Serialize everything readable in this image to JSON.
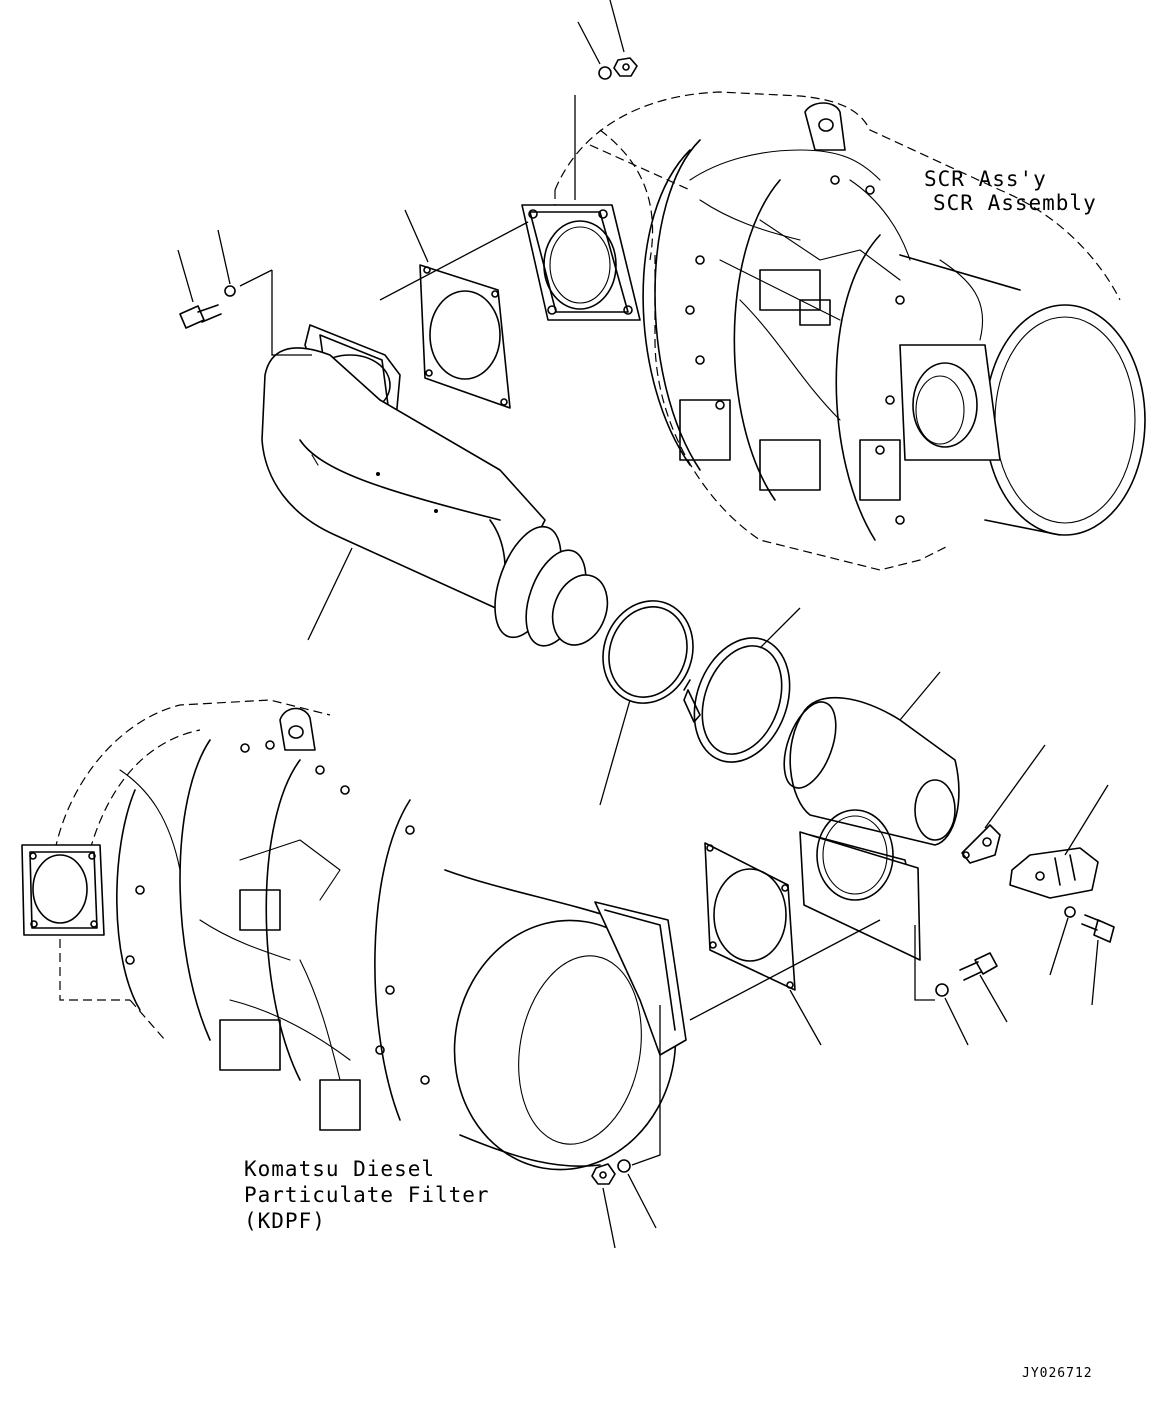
{
  "labels": {
    "scr_line1": "SCR Ass'y",
    "scr_line2": "SCR Assembly",
    "kdpf_line1": "Komatsu Diesel",
    "kdpf_line2": "Particulate Filter",
    "kdpf_line3": "(KDPF)",
    "figure_code": "JY026712"
  }
}
